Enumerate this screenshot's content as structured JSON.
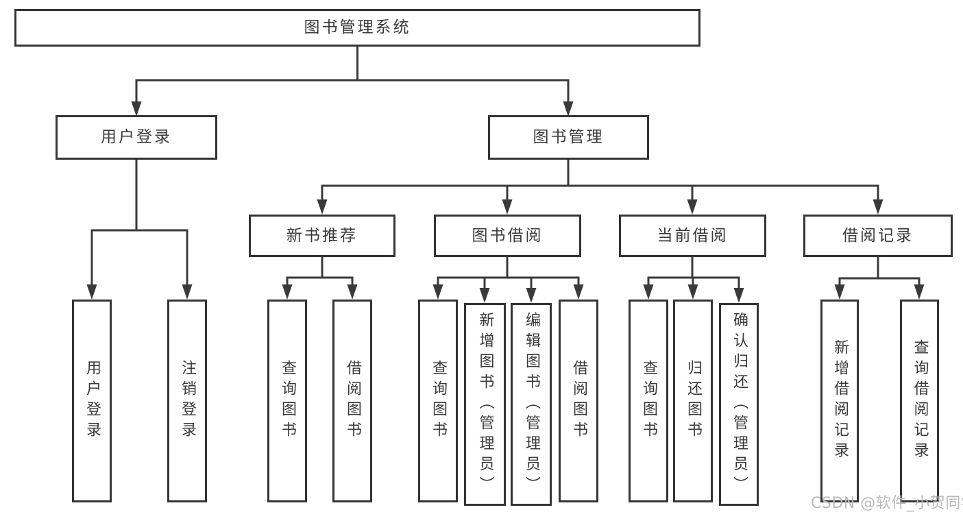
{
  "tree": {
    "root": {
      "label": "图书管理系统"
    },
    "children": [
      {
        "label": "用户登录",
        "children": [
          {
            "label": "用户登录"
          },
          {
            "label": "注销登录"
          }
        ]
      },
      {
        "label": "图书管理",
        "children": [
          {
            "label": "新书推荐",
            "children": [
              {
                "label": "查询图书"
              },
              {
                "label": "借阅图书"
              }
            ]
          },
          {
            "label": "图书借阅",
            "children": [
              {
                "label": "查询图书"
              },
              {
                "label": "新增图书（管理员）"
              },
              {
                "label": "编辑图书（管理员）"
              },
              {
                "label": "借阅图书"
              }
            ]
          },
          {
            "label": "当前借阅",
            "children": [
              {
                "label": "查询图书"
              },
              {
                "label": "归还图书"
              },
              {
                "label": "确认归还（管理员）"
              }
            ]
          },
          {
            "label": "借阅记录",
            "children": [
              {
                "label": "新增借阅记录"
              },
              {
                "label": "查询借阅记录"
              }
            ]
          }
        ]
      }
    ]
  },
  "watermark": {
    "text": "CSDN @软件_小贺同学"
  },
  "colors": {
    "line": "#3a3a3a",
    "border": "#343434",
    "text": "#3a3a3a",
    "watermark": "#b9b9b9",
    "background": "#ffffff"
  }
}
